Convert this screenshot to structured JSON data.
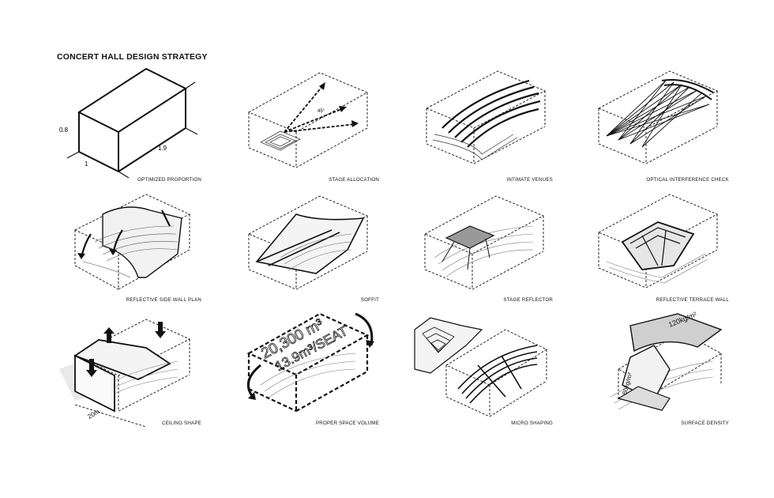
{
  "title": "CONCERT HALL DESIGN STRATEGY",
  "panels": [
    {
      "caption": "OPTIMIZED PROPORTION",
      "icon": "solid-box-icon",
      "labels": {
        "height": "0.8",
        "length": "1.9",
        "width": "1"
      }
    },
    {
      "caption": "STAGE ALLOCATION",
      "icon": "stage-arrows-icon",
      "labels": {
        "angle": "45°"
      }
    },
    {
      "caption": "INTIMATE VENUES",
      "icon": "seating-bands-icon"
    },
    {
      "caption": "OPTICAL INTERFERENCE CHECK",
      "icon": "sightline-fan-icon"
    },
    {
      "caption": "REFLECTIVE SIDE WALL PLAN",
      "icon": "side-wall-icon"
    },
    {
      "caption": "SOFFIT",
      "icon": "soffit-icon"
    },
    {
      "caption": "STAGE REFLECTOR",
      "icon": "reflector-icon"
    },
    {
      "caption": "REFLECTIVE TERRACE WALL",
      "icon": "terrace-wall-icon"
    },
    {
      "caption": "CEILING SHAPE",
      "icon": "ceiling-shape-icon",
      "labels": {
        "base": "20m"
      }
    },
    {
      "caption": "PROPER SPACE VOLUME",
      "icon": "volume-icon",
      "labels": {
        "volume": "20,300 m³",
        "per_seat": "13.9m³/SEAT"
      }
    },
    {
      "caption": "MICRO SHAPING",
      "icon": "micro-shaping-icon"
    },
    {
      "caption": "SURFACE DENSITY",
      "icon": "surface-density-icon",
      "labels": {
        "top": "120kg/m²",
        "bottom": "80kg/m²"
      }
    }
  ]
}
